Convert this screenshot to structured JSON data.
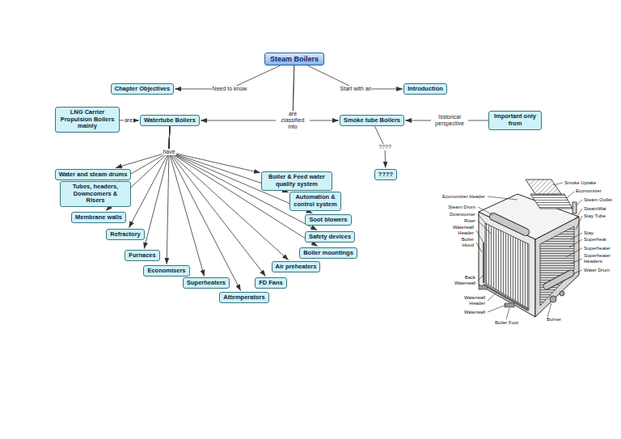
{
  "diagram": {
    "nodes": [
      {
        "text": [
          "Steam Boilers"
        ]
      },
      {
        "text": [
          "Chapter Objectives"
        ]
      },
      {
        "text": [
          "Introduction"
        ]
      },
      {
        "text": [
          "LNG Carrier Propulsion Boilers mainly"
        ]
      },
      {
        "text": [
          "Watertube Boilers"
        ]
      },
      {
        "text": [
          "Smoke tube Boilers"
        ]
      },
      {
        "text": [
          "Important only from"
        ]
      },
      {
        "text": [
          "????"
        ]
      },
      {
        "text": [
          "Water and steam drums"
        ]
      },
      {
        "text": [
          "Tubes, headers, Downcomers & Risers"
        ]
      },
      {
        "text": [
          "Membrane walls"
        ]
      },
      {
        "text": [
          "Refractory"
        ]
      },
      {
        "text": [
          "Furnaces"
        ]
      },
      {
        "text": [
          "Economisers"
        ]
      },
      {
        "text": [
          "Superheaters"
        ]
      },
      {
        "text": [
          "Attemperators"
        ]
      },
      {
        "text": [
          "Boiler & Feed water quality system"
        ]
      },
      {
        "text": [
          "Automation & control system"
        ]
      },
      {
        "text": [
          "Soot blowers"
        ]
      },
      {
        "text": [
          "Safety devices"
        ]
      },
      {
        "text": [
          "Boiler mountings"
        ]
      },
      {
        "text": [
          "Air preheaters"
        ]
      },
      {
        "text": [
          "FD Fans"
        ]
      }
    ],
    "edges": [
      {
        "from": 0,
        "to": 1,
        "label": "Need to know",
        "arrow": "to"
      },
      {
        "from": 0,
        "to": 2,
        "label": "Start with an",
        "arrow": "to"
      },
      {
        "from": 0,
        "to": 4,
        "label": "are classified into",
        "arrow": "to"
      },
      {
        "from": 0,
        "to": 5,
        "arrow": "to"
      },
      {
        "from": 3,
        "to": 4,
        "label": "are",
        "arrow": "to"
      },
      {
        "from": 6,
        "to": 5,
        "label": "historical perspective",
        "arrow": "to"
      },
      {
        "from": 5,
        "to": 7,
        "label": "????",
        "arrow": "to"
      },
      {
        "from": 4,
        "to": 8,
        "label": "have",
        "arrow": "to"
      },
      {
        "from": 4,
        "to": 9,
        "arrow": "to"
      },
      {
        "from": 4,
        "to": 10,
        "arrow": "to"
      },
      {
        "from": 4,
        "to": 11,
        "arrow": "to"
      },
      {
        "from": 4,
        "to": 12,
        "arrow": "to"
      },
      {
        "from": 4,
        "to": 13,
        "arrow": "to"
      },
      {
        "from": 4,
        "to": 14,
        "arrow": "to"
      },
      {
        "from": 4,
        "to": 15,
        "arrow": "to"
      },
      {
        "from": 4,
        "to": 16,
        "arrow": "to"
      },
      {
        "from": 4,
        "to": 17,
        "arrow": "to"
      },
      {
        "from": 4,
        "to": 18,
        "arrow": "to"
      },
      {
        "from": 4,
        "to": 19,
        "arrow": "to"
      },
      {
        "from": 4,
        "to": 20,
        "arrow": "to"
      },
      {
        "from": 4,
        "to": 21,
        "arrow": "to"
      },
      {
        "from": 4,
        "to": 22,
        "arrow": "to"
      }
    ],
    "labels": [
      "Smoke Uptake",
      "Economizer",
      "Steam Outlet",
      "Economizer Header",
      "Steam Drum",
      "SteamWat",
      "Stay Tube",
      "Downcomer",
      "Riser",
      "Waterwall Header",
      "Boiler Hood",
      "Stay",
      "Superheat",
      "Superheater",
      "Superheater Headers",
      "Water Drum",
      "Back Waterwall",
      "Waterwall Header",
      "Waterwall",
      "Burner",
      "Boiler Foot"
    ]
  }
}
